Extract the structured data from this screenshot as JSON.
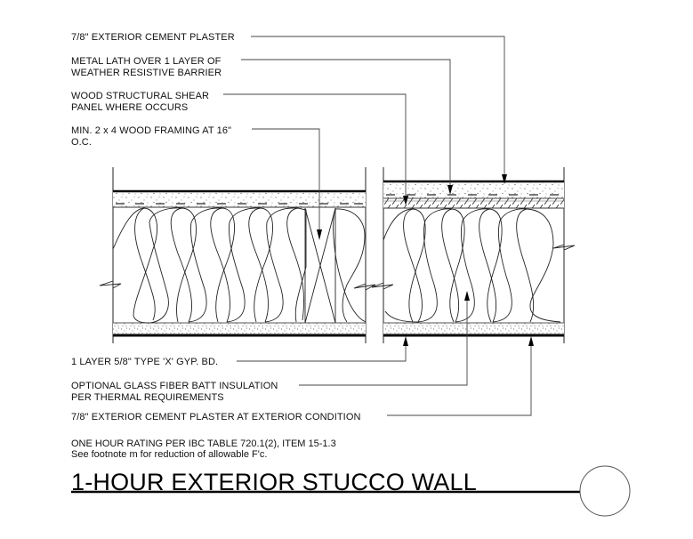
{
  "drawing": {
    "title": "1-HOUR EXTERIOR STUCCO WALL",
    "detail_bubble": "",
    "notes": {
      "line1": "ONE HOUR RATING PER IBC TABLE 720.1(2), ITEM 15-1.3",
      "line2": "See footnote m for reduction of allowable F'c."
    },
    "callouts_top": [
      {
        "id": "plaster",
        "lines": [
          "7/8\" EXTERIOR CEMENT PLASTER"
        ]
      },
      {
        "id": "lath",
        "lines": [
          "METAL LATH OVER 1 LAYER OF",
          "WEATHER RESISTIVE BARRIER"
        ]
      },
      {
        "id": "shear-panel",
        "lines": [
          "WOOD STRUCTURAL SHEAR",
          "PANEL WHERE OCCURS"
        ]
      },
      {
        "id": "framing",
        "lines": [
          "MIN.  2 x 4 WOOD FRAMING AT 16\"",
          "O.C."
        ]
      }
    ],
    "callouts_bottom": [
      {
        "id": "gyp-board",
        "lines": [
          "1 LAYER 5/8\" TYPE 'X' GYP. BD."
        ]
      },
      {
        "id": "insulation",
        "lines": [
          "OPTIONAL GLASS FIBER BATT INSULATION",
          "PER THERMAL REQUIREMENTS"
        ]
      },
      {
        "id": "exterior-plaster",
        "lines": [
          "7/8\" EXTERIOR CEMENT PLASTER AT EXTERIOR CONDITION"
        ]
      }
    ],
    "colors": {
      "line": "#000000",
      "leader": "#444444",
      "fill": "#ffffff",
      "hatch": "#555555"
    }
  }
}
